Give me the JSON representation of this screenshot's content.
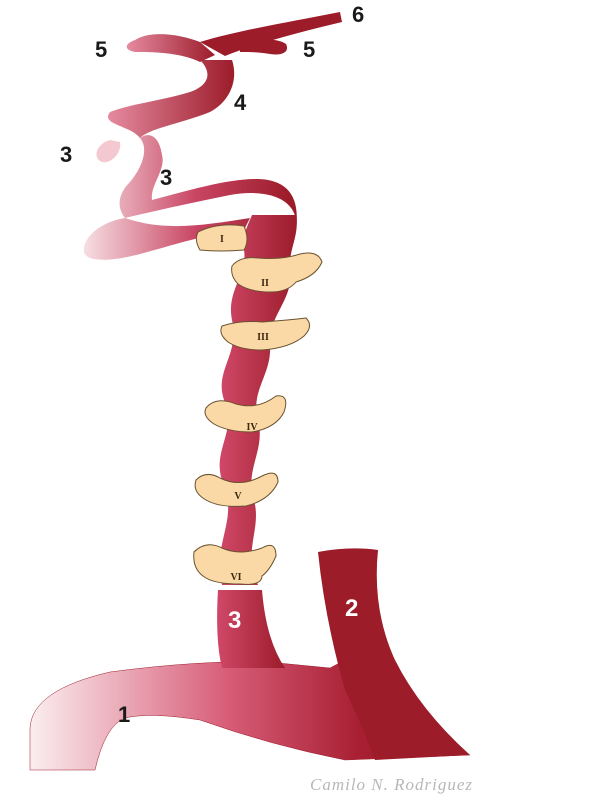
{
  "labels": {
    "n1": "1",
    "n2": "2",
    "n3_base": "3",
    "n3_loop_left": "3",
    "n3_loop_right": "3",
    "n4": "4",
    "n5_left": "5",
    "n5_right": "5",
    "n6": "6"
  },
  "vertebrae": [
    "I",
    "II",
    "III",
    "IV",
    "V",
    "VI"
  ],
  "signature": "Camilo N. Rodriguez",
  "colors": {
    "artery_dark": "#9c1c2a",
    "artery_mid": "#c53a57",
    "artery_light": "#f6dde0",
    "bone_fill": "#fbd9a6",
    "bone_stroke": "#6a5230",
    "background": "#ffffff"
  }
}
